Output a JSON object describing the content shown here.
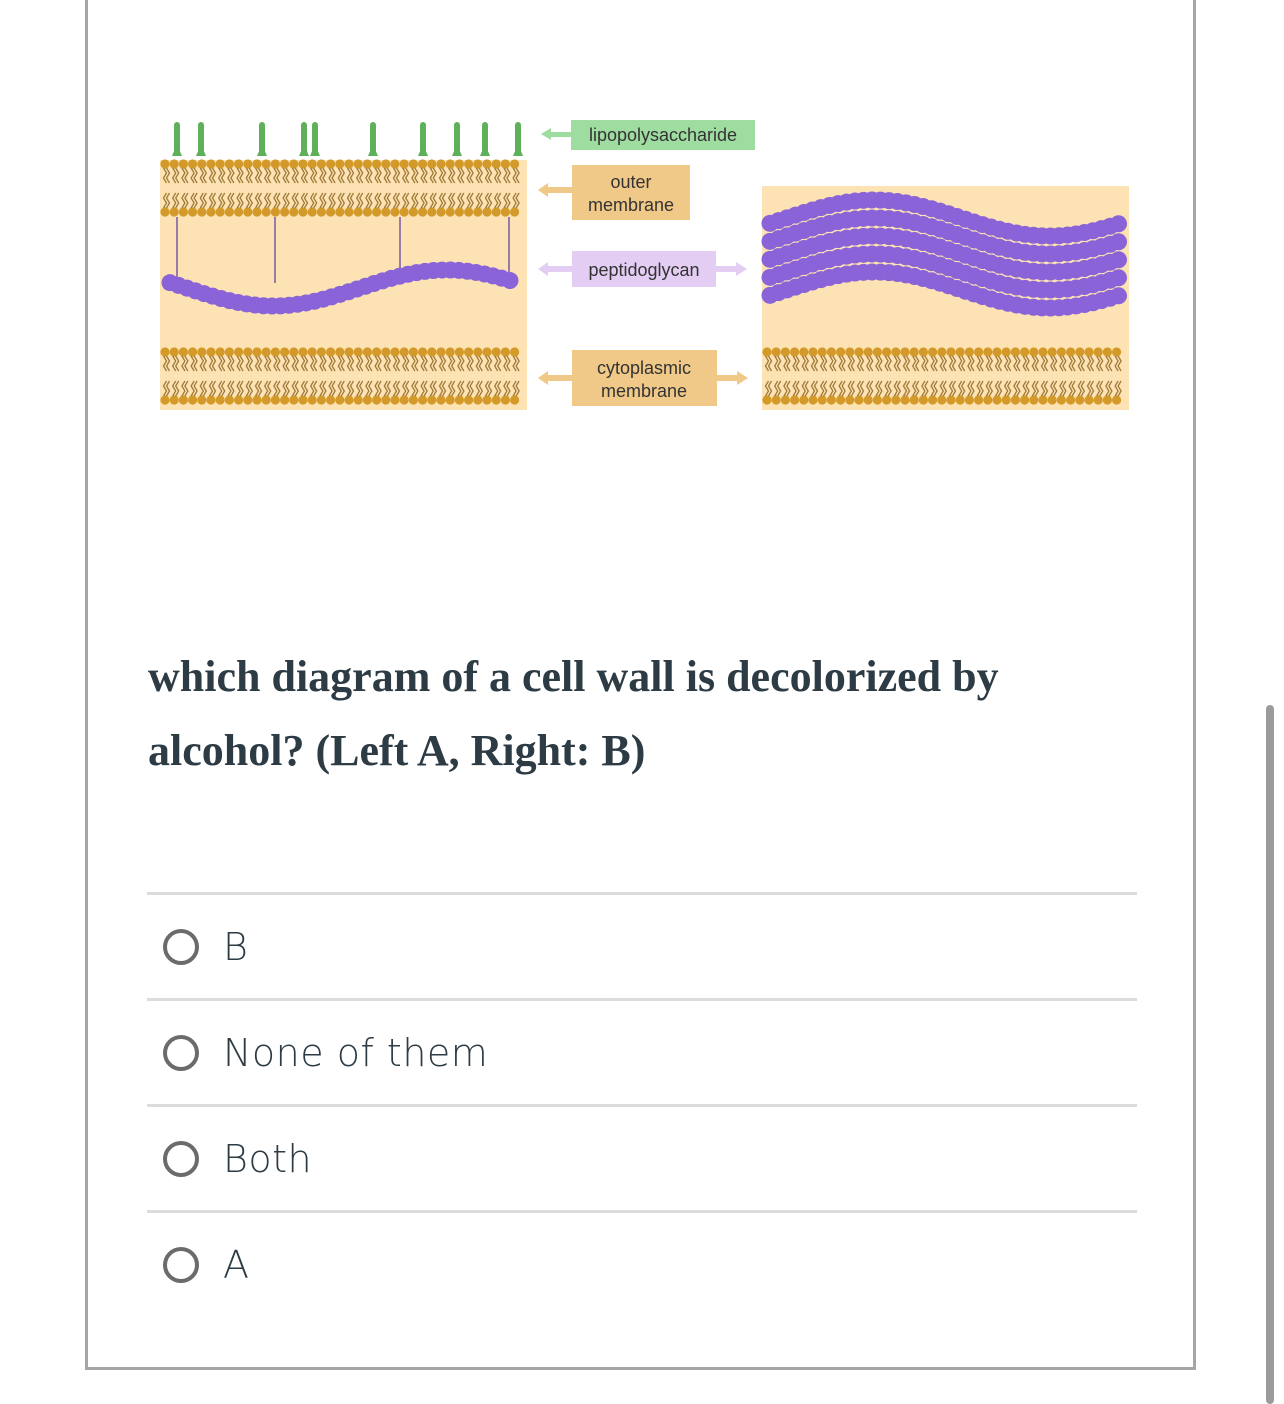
{
  "diagram": {
    "labels": {
      "lipopolysaccharide": "lipopolysaccharide",
      "outer_membrane_line1": "outer",
      "outer_membrane_line2": "membrane",
      "peptidoglycan": "peptidoglycan",
      "cytoplasmic_line1": "cytoplasmic",
      "cytoplasmic_line2": "membrane"
    },
    "colors": {
      "lps_green": "#5fb05a",
      "lps_label_bg": "#9fdca0",
      "lipid_head": "#d39a2a",
      "lipid_tail": "#a07a3a",
      "periplasm": "#fde3b3",
      "outer_label_bg": "#f0c887",
      "peptidoglycan": "#8a63d8",
      "pg_label_bg": "#e3cdf3",
      "cyto_label_bg": "#f0c887"
    }
  },
  "question": {
    "text": "which diagram of a cell wall is decolorized by alcohol? (Left A, Right: B)"
  },
  "options": [
    {
      "label": "B"
    },
    {
      "label": "None of them"
    },
    {
      "label": "Both"
    },
    {
      "label": "A"
    }
  ]
}
